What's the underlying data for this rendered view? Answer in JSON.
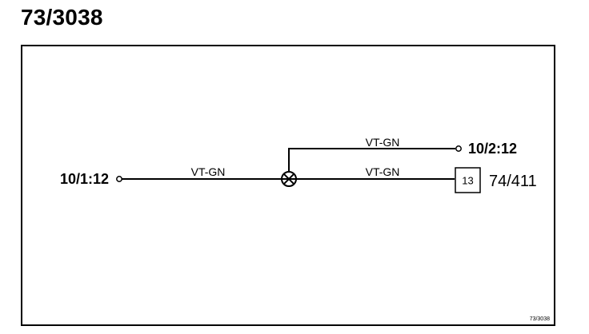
{
  "title": "73/3038",
  "diagram": {
    "connector_left": "10/1:12",
    "connector_top_right": "10/2:12",
    "wire_main_left": "VT-GN",
    "wire_upper_branch": "VT-GN",
    "wire_lower_branch": "VT-GN",
    "component_pin": "13",
    "component_reference": "74/411",
    "footer_code": "73/3038"
  },
  "colors": {
    "line": "#000000",
    "background": "#ffffff"
  }
}
